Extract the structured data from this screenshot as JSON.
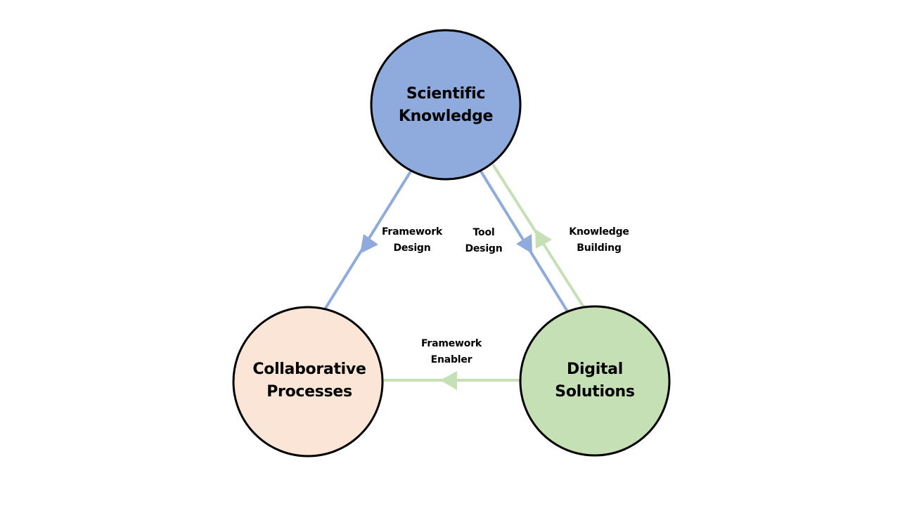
{
  "colors": {
    "blue": "#8faadc",
    "green": "#c5e0b4",
    "peach": "#fbe5d6",
    "outline": "#000000"
  },
  "nodes": {
    "scientific_knowledge": {
      "line1": "Scientific",
      "line2": "Knowledge",
      "fill": "#8faadc"
    },
    "collaborative_processes": {
      "line1": "Collaborative",
      "line2": "Processes",
      "fill": "#fbe5d6"
    },
    "digital_solutions": {
      "line1": "Digital",
      "line2": "Solutions",
      "fill": "#c5e0b4"
    }
  },
  "edges": {
    "framework_design": {
      "line1": "Framework",
      "line2": "Design",
      "from": "Scientific Knowledge",
      "to": "Collaborative Processes",
      "color": "#8faadc"
    },
    "tool_design": {
      "line1": "Tool",
      "line2": "Design",
      "from": "Scientific Knowledge",
      "to": "Digital Solutions",
      "color": "#8faadc"
    },
    "knowledge_building": {
      "line1": "Knowledge",
      "line2": "Building",
      "from": "Digital Solutions",
      "to": "Scientific Knowledge",
      "color": "#c5e0b4"
    },
    "framework_enabler": {
      "line1": "Framework",
      "line2": "Enabler",
      "from": "Digital Solutions",
      "to": "Collaborative Processes",
      "color": "#c5e0b4"
    }
  }
}
